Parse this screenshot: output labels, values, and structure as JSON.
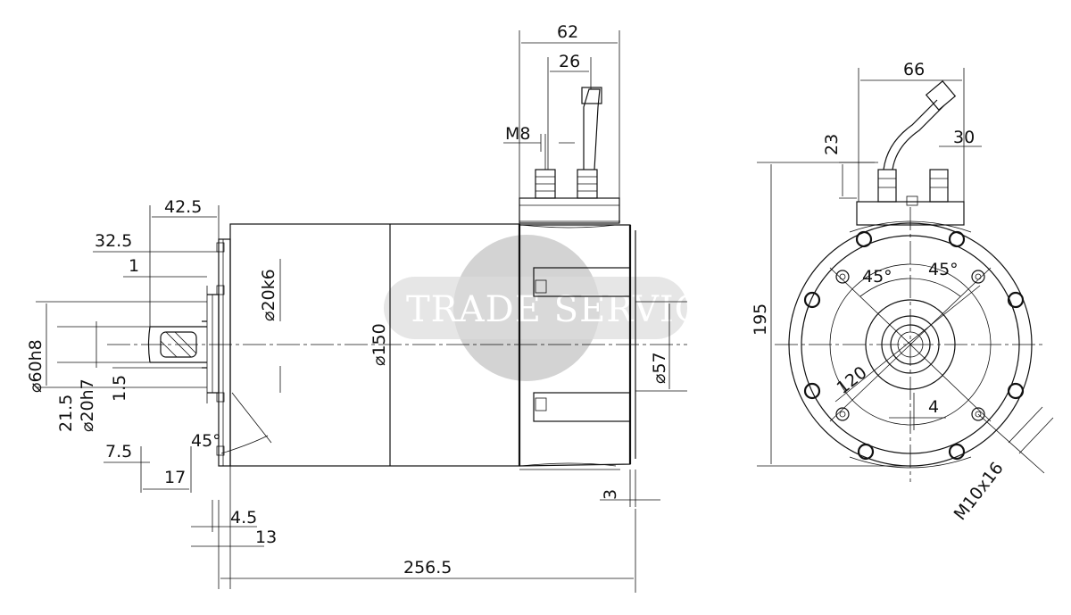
{
  "watermark": {
    "text": "TRADE SERVICE",
    "disc_color": "#d3d3d3",
    "band_color": "#e2e2e2"
  },
  "dimensions": {
    "d62": "62",
    "d26": "26",
    "m8": "M8",
    "d42_5": "42.5",
    "d32_5": "32.5",
    "d1": "1",
    "d20k6": "⌀20k6",
    "d60h8": "⌀60h8",
    "d150": "⌀150",
    "d57": "⌀57",
    "d1_5": "1.5",
    "d21_5": "21.5",
    "d20h7": "⌀20h7",
    "a45_side": "45°",
    "d7_5": "7.5",
    "d17": "17",
    "d3": "3",
    "d4_5": "4.5",
    "d13": "13",
    "d256_5": "256.5",
    "d66": "66",
    "d23": "23",
    "d30": "30",
    "d195": "195",
    "a45_left": "45°",
    "a45_right": "45°",
    "d120": "120",
    "d4": "4",
    "m10x16": "M10x16"
  }
}
